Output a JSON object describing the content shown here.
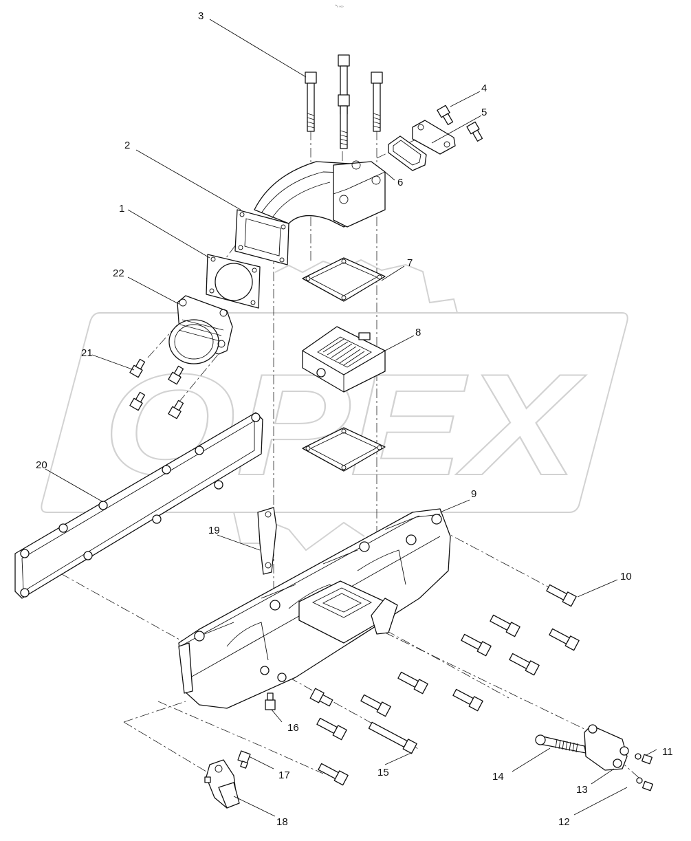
{
  "header": {
    "small_mark": "ᵇ₀ ₀₀₀"
  },
  "watermark": {
    "text": "OPEX",
    "color": "#d2d2d2"
  },
  "callouts": [
    {
      "label": "1"
    },
    {
      "label": "2"
    },
    {
      "label": "3"
    },
    {
      "label": "4"
    },
    {
      "label": "5"
    },
    {
      "label": "6"
    },
    {
      "label": "7"
    },
    {
      "label": "8"
    },
    {
      "label": "9"
    },
    {
      "label": "10"
    },
    {
      "label": "11"
    },
    {
      "label": "12"
    },
    {
      "label": "13"
    },
    {
      "label": "14"
    },
    {
      "label": "15"
    },
    {
      "label": "16"
    },
    {
      "label": "17"
    },
    {
      "label": "18"
    },
    {
      "label": "19"
    },
    {
      "label": "20"
    },
    {
      "label": "21"
    },
    {
      "label": "22"
    }
  ]
}
